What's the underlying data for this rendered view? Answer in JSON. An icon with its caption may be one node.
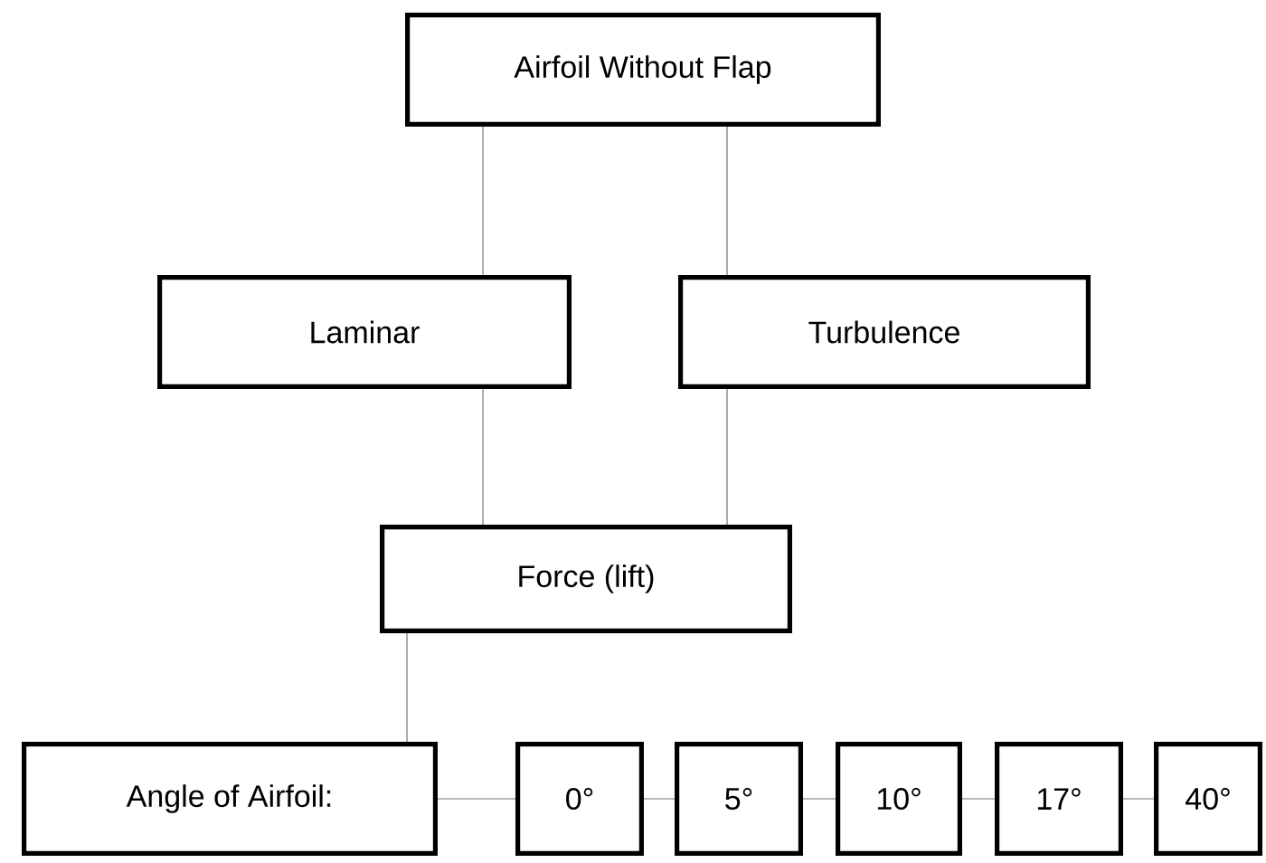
{
  "diagram": {
    "nodes": [
      {
        "text": [
          "Airfoil Without Flap"
        ]
      },
      {
        "text": [
          "Laminar"
        ]
      },
      {
        "text": [
          "Turbulence"
        ]
      },
      {
        "text": [
          "Force (lift)"
        ]
      },
      {
        "text": [
          "Angle of Airfoil:"
        ]
      },
      {
        "text": [
          "0°"
        ]
      },
      {
        "text": [
          "5°"
        ]
      },
      {
        "text": [
          "10°"
        ]
      },
      {
        "text": [
          "17°"
        ]
      },
      {
        "text": [
          "40°"
        ]
      }
    ],
    "edges": [
      {
        "from": 0,
        "to": 1,
        "arrow": "none"
      },
      {
        "from": 0,
        "to": 2,
        "arrow": "none"
      },
      {
        "from": 1,
        "to": 3,
        "arrow": "none"
      },
      {
        "from": 2,
        "to": 3,
        "arrow": "none"
      },
      {
        "from": 3,
        "to": 4,
        "arrow": "none"
      },
      {
        "from": 4,
        "to": 5,
        "arrow": "none"
      },
      {
        "from": 5,
        "to": 6,
        "arrow": "none"
      },
      {
        "from": 6,
        "to": 7,
        "arrow": "none"
      },
      {
        "from": 7,
        "to": 8,
        "arrow": "none"
      },
      {
        "from": 8,
        "to": 9,
        "arrow": "none"
      }
    ]
  }
}
